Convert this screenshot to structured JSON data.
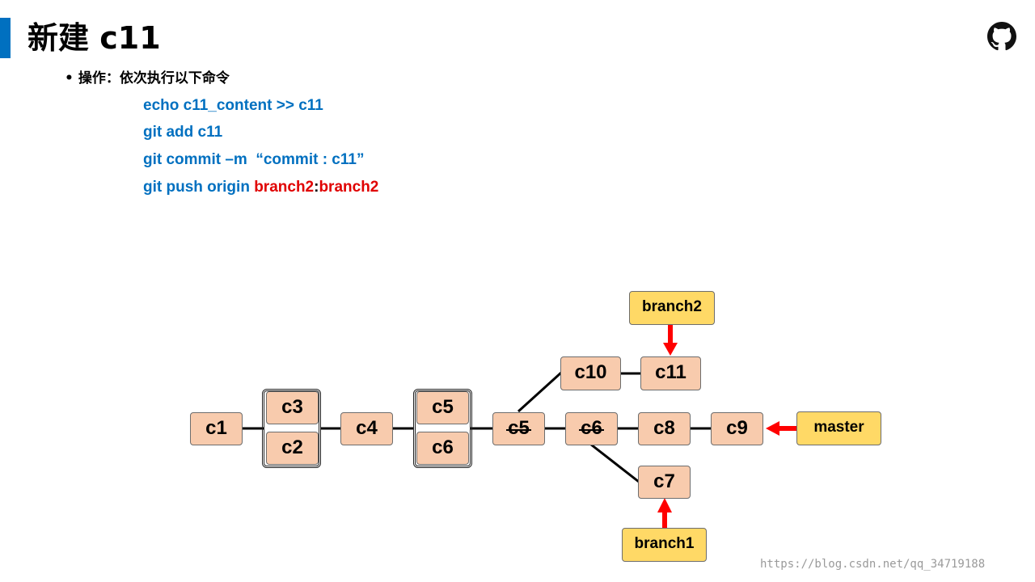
{
  "slide": {
    "title": "新建 c11",
    "bullet": "操作：依次执行以下命令",
    "commands": {
      "c1": "echo c11_content >> c11",
      "c2": "git add c11",
      "c3": "git commit –m  “commit : c11”",
      "c4_prefix": "git push origin ",
      "c4_src": "branch2",
      "c4_sep": ":",
      "c4_dst": "branch2"
    },
    "watermark": "https://blog.csdn.net/qq_34719188"
  },
  "diagram": {
    "commits": {
      "c1": "c1",
      "c2": "c2",
      "c3": "c3",
      "c4": "c4",
      "c5a": "c5",
      "c6a": "c6",
      "c5b": "c5",
      "c6b": "c6",
      "c7": "c7",
      "c8": "c8",
      "c9": "c9",
      "c10": "c10",
      "c11": "c11"
    },
    "branches": {
      "branch2": "branch2",
      "master": "master",
      "branch1": "branch1"
    }
  },
  "colors": {
    "accent": "#0070c0",
    "commit_fill": "#f8cbad",
    "branch_fill": "#ffd966",
    "arrow": "#ff0000",
    "command_text": "#0070c0",
    "highlight_text": "#e00000"
  },
  "icons": {
    "corner": "github-icon"
  }
}
